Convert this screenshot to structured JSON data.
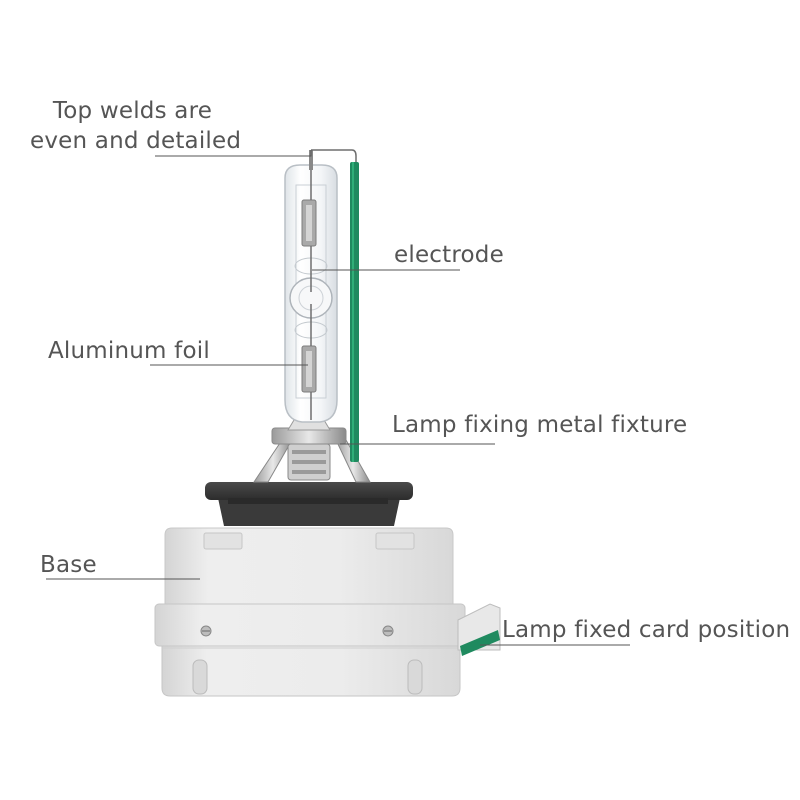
{
  "labels": {
    "top_welds_line1": "Top welds are",
    "top_welds_line2": "even and detailed",
    "electrode": "electrode",
    "aluminum_foil": "Aluminum foil",
    "fixture": "Lamp fixing metal fixture",
    "base": "Base",
    "card_position": "Lamp fixed card position"
  },
  "colors": {
    "text": "#555555",
    "wire": "#1f8a5f",
    "base_body": "#e6e6e6",
    "collar": "#3c3c3c",
    "glass": "#f4f6f8"
  }
}
